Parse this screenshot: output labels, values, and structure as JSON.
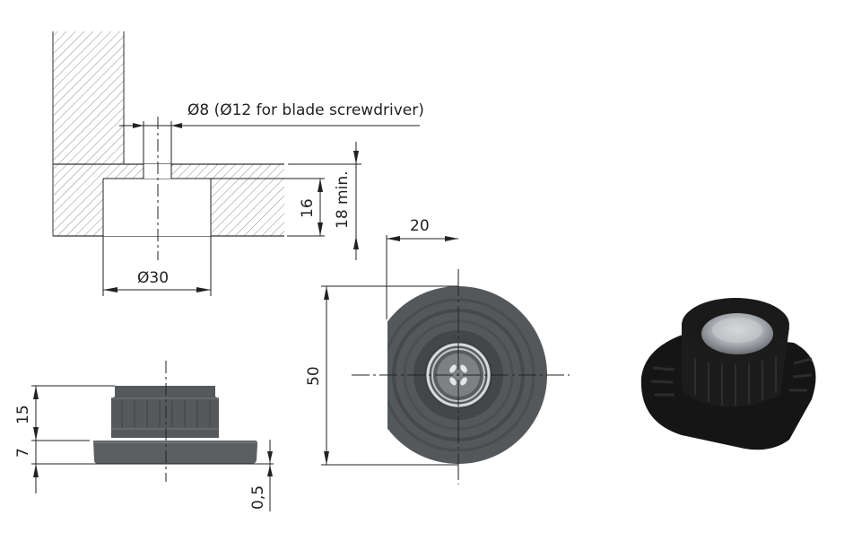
{
  "drawing": {
    "section_view": {
      "hole_dia_label": "Ø8 (Ø12 for blade screwdriver)",
      "bore_dia_label": "Ø30",
      "bore_depth_label": "16",
      "min_thickness_label": "18 min."
    },
    "side_view": {
      "upper_height_label": "15",
      "flange_height_label": "7",
      "clearance_label": "0,5"
    },
    "top_view": {
      "offset_label": "20",
      "diameter_label": "50"
    },
    "photo": {
      "description": "black plastic adjustable foot with clear center cap"
    }
  },
  "colors": {
    "line": "#1a1a1a",
    "hatch": "#9a9a9a",
    "part_gray": "#5a5d60",
    "part_dark": "#3e4143",
    "photo_black": "#161616"
  }
}
